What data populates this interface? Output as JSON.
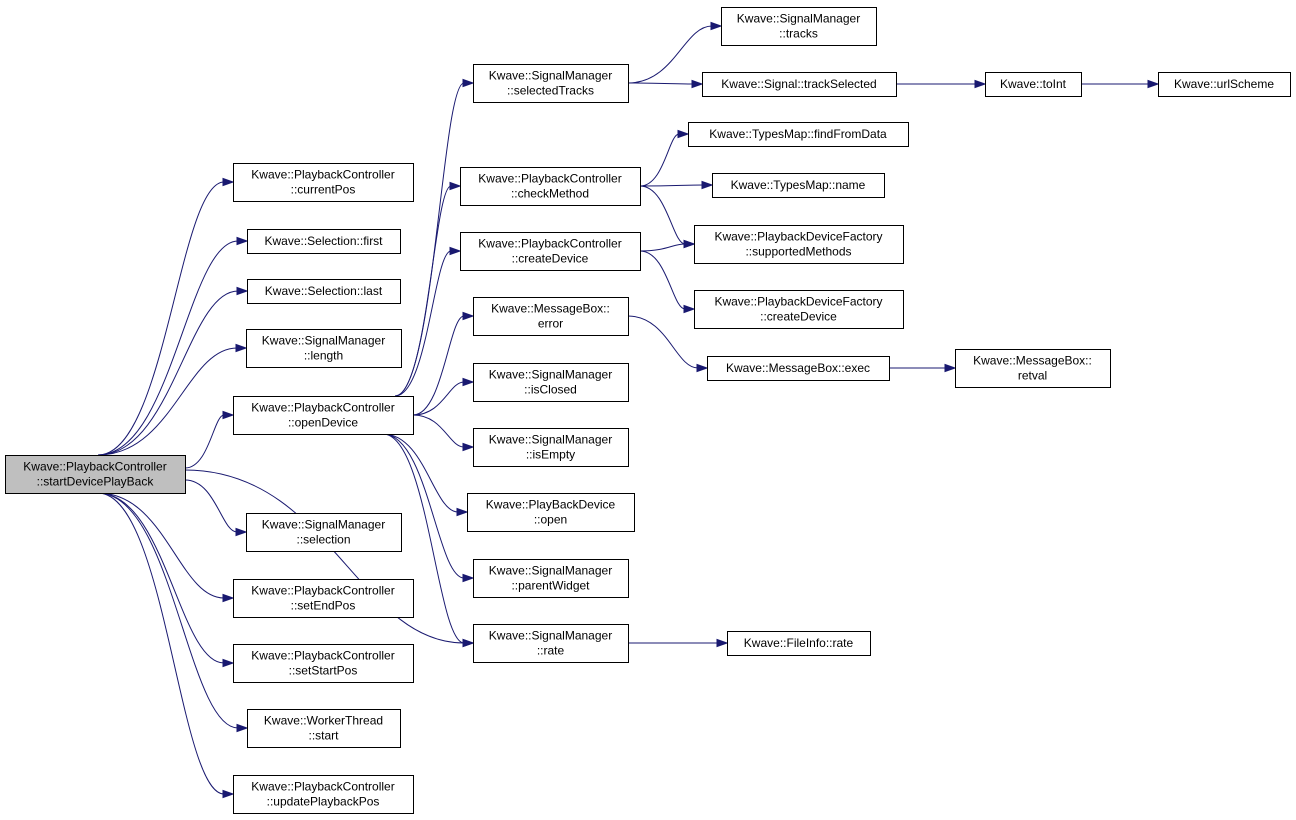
{
  "graph": {
    "nodes": [
      {
        "id": "startDevicePlayBack",
        "lines": [
          "Kwave::PlaybackController",
          "::startDevicePlayBack"
        ],
        "highlighted": true
      },
      {
        "id": "currentPos",
        "lines": [
          "Kwave::PlaybackController",
          "::currentPos"
        ]
      },
      {
        "id": "selectionFirst",
        "lines": [
          "Kwave::Selection::first"
        ]
      },
      {
        "id": "selectionLast",
        "lines": [
          "Kwave::Selection::last"
        ]
      },
      {
        "id": "smLength",
        "lines": [
          "Kwave::SignalManager",
          "::length"
        ]
      },
      {
        "id": "openDevice",
        "lines": [
          "Kwave::PlaybackController",
          "::openDevice"
        ]
      },
      {
        "id": "smSelection",
        "lines": [
          "Kwave::SignalManager",
          "::selection"
        ]
      },
      {
        "id": "setEndPos",
        "lines": [
          "Kwave::PlaybackController",
          "::setEndPos"
        ]
      },
      {
        "id": "setStartPos",
        "lines": [
          "Kwave::PlaybackController",
          "::setStartPos"
        ]
      },
      {
        "id": "workerStart",
        "lines": [
          "Kwave::WorkerThread",
          "::start"
        ]
      },
      {
        "id": "updatePlaybackPos",
        "lines": [
          "Kwave::PlaybackController",
          "::updatePlaybackPos"
        ]
      },
      {
        "id": "selectedTracks",
        "lines": [
          "Kwave::SignalManager",
          "::selectedTracks"
        ]
      },
      {
        "id": "checkMethod",
        "lines": [
          "Kwave::PlaybackController",
          "::checkMethod"
        ]
      },
      {
        "id": "pcCreateDevice",
        "lines": [
          "Kwave::PlaybackController",
          "::createDevice"
        ]
      },
      {
        "id": "mbError",
        "lines": [
          "Kwave::MessageBox::",
          "error"
        ]
      },
      {
        "id": "isClosed",
        "lines": [
          "Kwave::SignalManager",
          "::isClosed"
        ]
      },
      {
        "id": "isEmpty",
        "lines": [
          "Kwave::SignalManager",
          "::isEmpty"
        ]
      },
      {
        "id": "pbdOpen",
        "lines": [
          "Kwave::PlayBackDevice",
          "::open"
        ]
      },
      {
        "id": "parentWidget",
        "lines": [
          "Kwave::SignalManager",
          "::parentWidget"
        ]
      },
      {
        "id": "smRate",
        "lines": [
          "Kwave::SignalManager",
          "::rate"
        ]
      },
      {
        "id": "smTracks",
        "lines": [
          "Kwave::SignalManager",
          "::tracks"
        ]
      },
      {
        "id": "trackSelected",
        "lines": [
          "Kwave::Signal::trackSelected"
        ]
      },
      {
        "id": "findFromData",
        "lines": [
          "Kwave::TypesMap::findFromData"
        ]
      },
      {
        "id": "typesMapName",
        "lines": [
          "Kwave::TypesMap::name"
        ]
      },
      {
        "id": "supportedMethods",
        "lines": [
          "Kwave::PlaybackDeviceFactory",
          "::supportedMethods"
        ]
      },
      {
        "id": "pdfCreateDevice",
        "lines": [
          "Kwave::PlaybackDeviceFactory",
          "::createDevice"
        ]
      },
      {
        "id": "mbExec",
        "lines": [
          "Kwave::MessageBox::exec"
        ]
      },
      {
        "id": "fileInfoRate",
        "lines": [
          "Kwave::FileInfo::rate"
        ]
      },
      {
        "id": "toInt",
        "lines": [
          "Kwave::toInt"
        ]
      },
      {
        "id": "mbRetval",
        "lines": [
          "Kwave::MessageBox::",
          "retval"
        ]
      },
      {
        "id": "urlScheme",
        "lines": [
          "Kwave::urlScheme"
        ]
      }
    ],
    "edges": [
      {
        "from": "startDevicePlayBack",
        "to": "currentPos"
      },
      {
        "from": "startDevicePlayBack",
        "to": "selectionFirst"
      },
      {
        "from": "startDevicePlayBack",
        "to": "selectionLast"
      },
      {
        "from": "startDevicePlayBack",
        "to": "smLength"
      },
      {
        "from": "startDevicePlayBack",
        "to": "openDevice"
      },
      {
        "from": "startDevicePlayBack",
        "to": "smSelection"
      },
      {
        "from": "startDevicePlayBack",
        "to": "setEndPos"
      },
      {
        "from": "startDevicePlayBack",
        "to": "setStartPos"
      },
      {
        "from": "startDevicePlayBack",
        "to": "workerStart"
      },
      {
        "from": "startDevicePlayBack",
        "to": "updatePlaybackPos"
      },
      {
        "from": "startDevicePlayBack",
        "to": "smRate"
      },
      {
        "from": "openDevice",
        "to": "selectedTracks"
      },
      {
        "from": "openDevice",
        "to": "checkMethod"
      },
      {
        "from": "openDevice",
        "to": "pcCreateDevice"
      },
      {
        "from": "openDevice",
        "to": "mbError"
      },
      {
        "from": "openDevice",
        "to": "isClosed"
      },
      {
        "from": "openDevice",
        "to": "isEmpty"
      },
      {
        "from": "openDevice",
        "to": "pbdOpen"
      },
      {
        "from": "openDevice",
        "to": "parentWidget"
      },
      {
        "from": "openDevice",
        "to": "smRate"
      },
      {
        "from": "selectedTracks",
        "to": "smTracks"
      },
      {
        "from": "selectedTracks",
        "to": "trackSelected"
      },
      {
        "from": "trackSelected",
        "to": "toInt"
      },
      {
        "from": "toInt",
        "to": "urlScheme"
      },
      {
        "from": "checkMethod",
        "to": "findFromData"
      },
      {
        "from": "checkMethod",
        "to": "typesMapName"
      },
      {
        "from": "checkMethod",
        "to": "supportedMethods"
      },
      {
        "from": "pcCreateDevice",
        "to": "supportedMethods"
      },
      {
        "from": "pcCreateDevice",
        "to": "pdfCreateDevice"
      },
      {
        "from": "mbError",
        "to": "mbExec"
      },
      {
        "from": "mbExec",
        "to": "mbRetval"
      },
      {
        "from": "smRate",
        "to": "fileInfoRate"
      }
    ]
  }
}
